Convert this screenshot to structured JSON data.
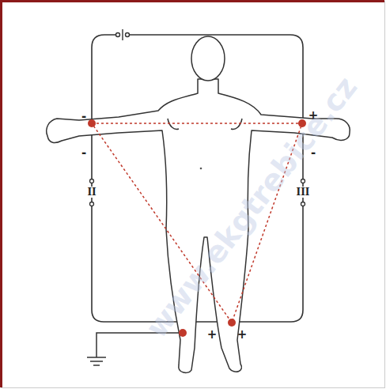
{
  "diagram": {
    "labels": [
      "-",
      "+",
      "-",
      "-",
      "II",
      "III",
      "+",
      "+",
      "www.ekgtrebice.cz"
    ]
  }
}
